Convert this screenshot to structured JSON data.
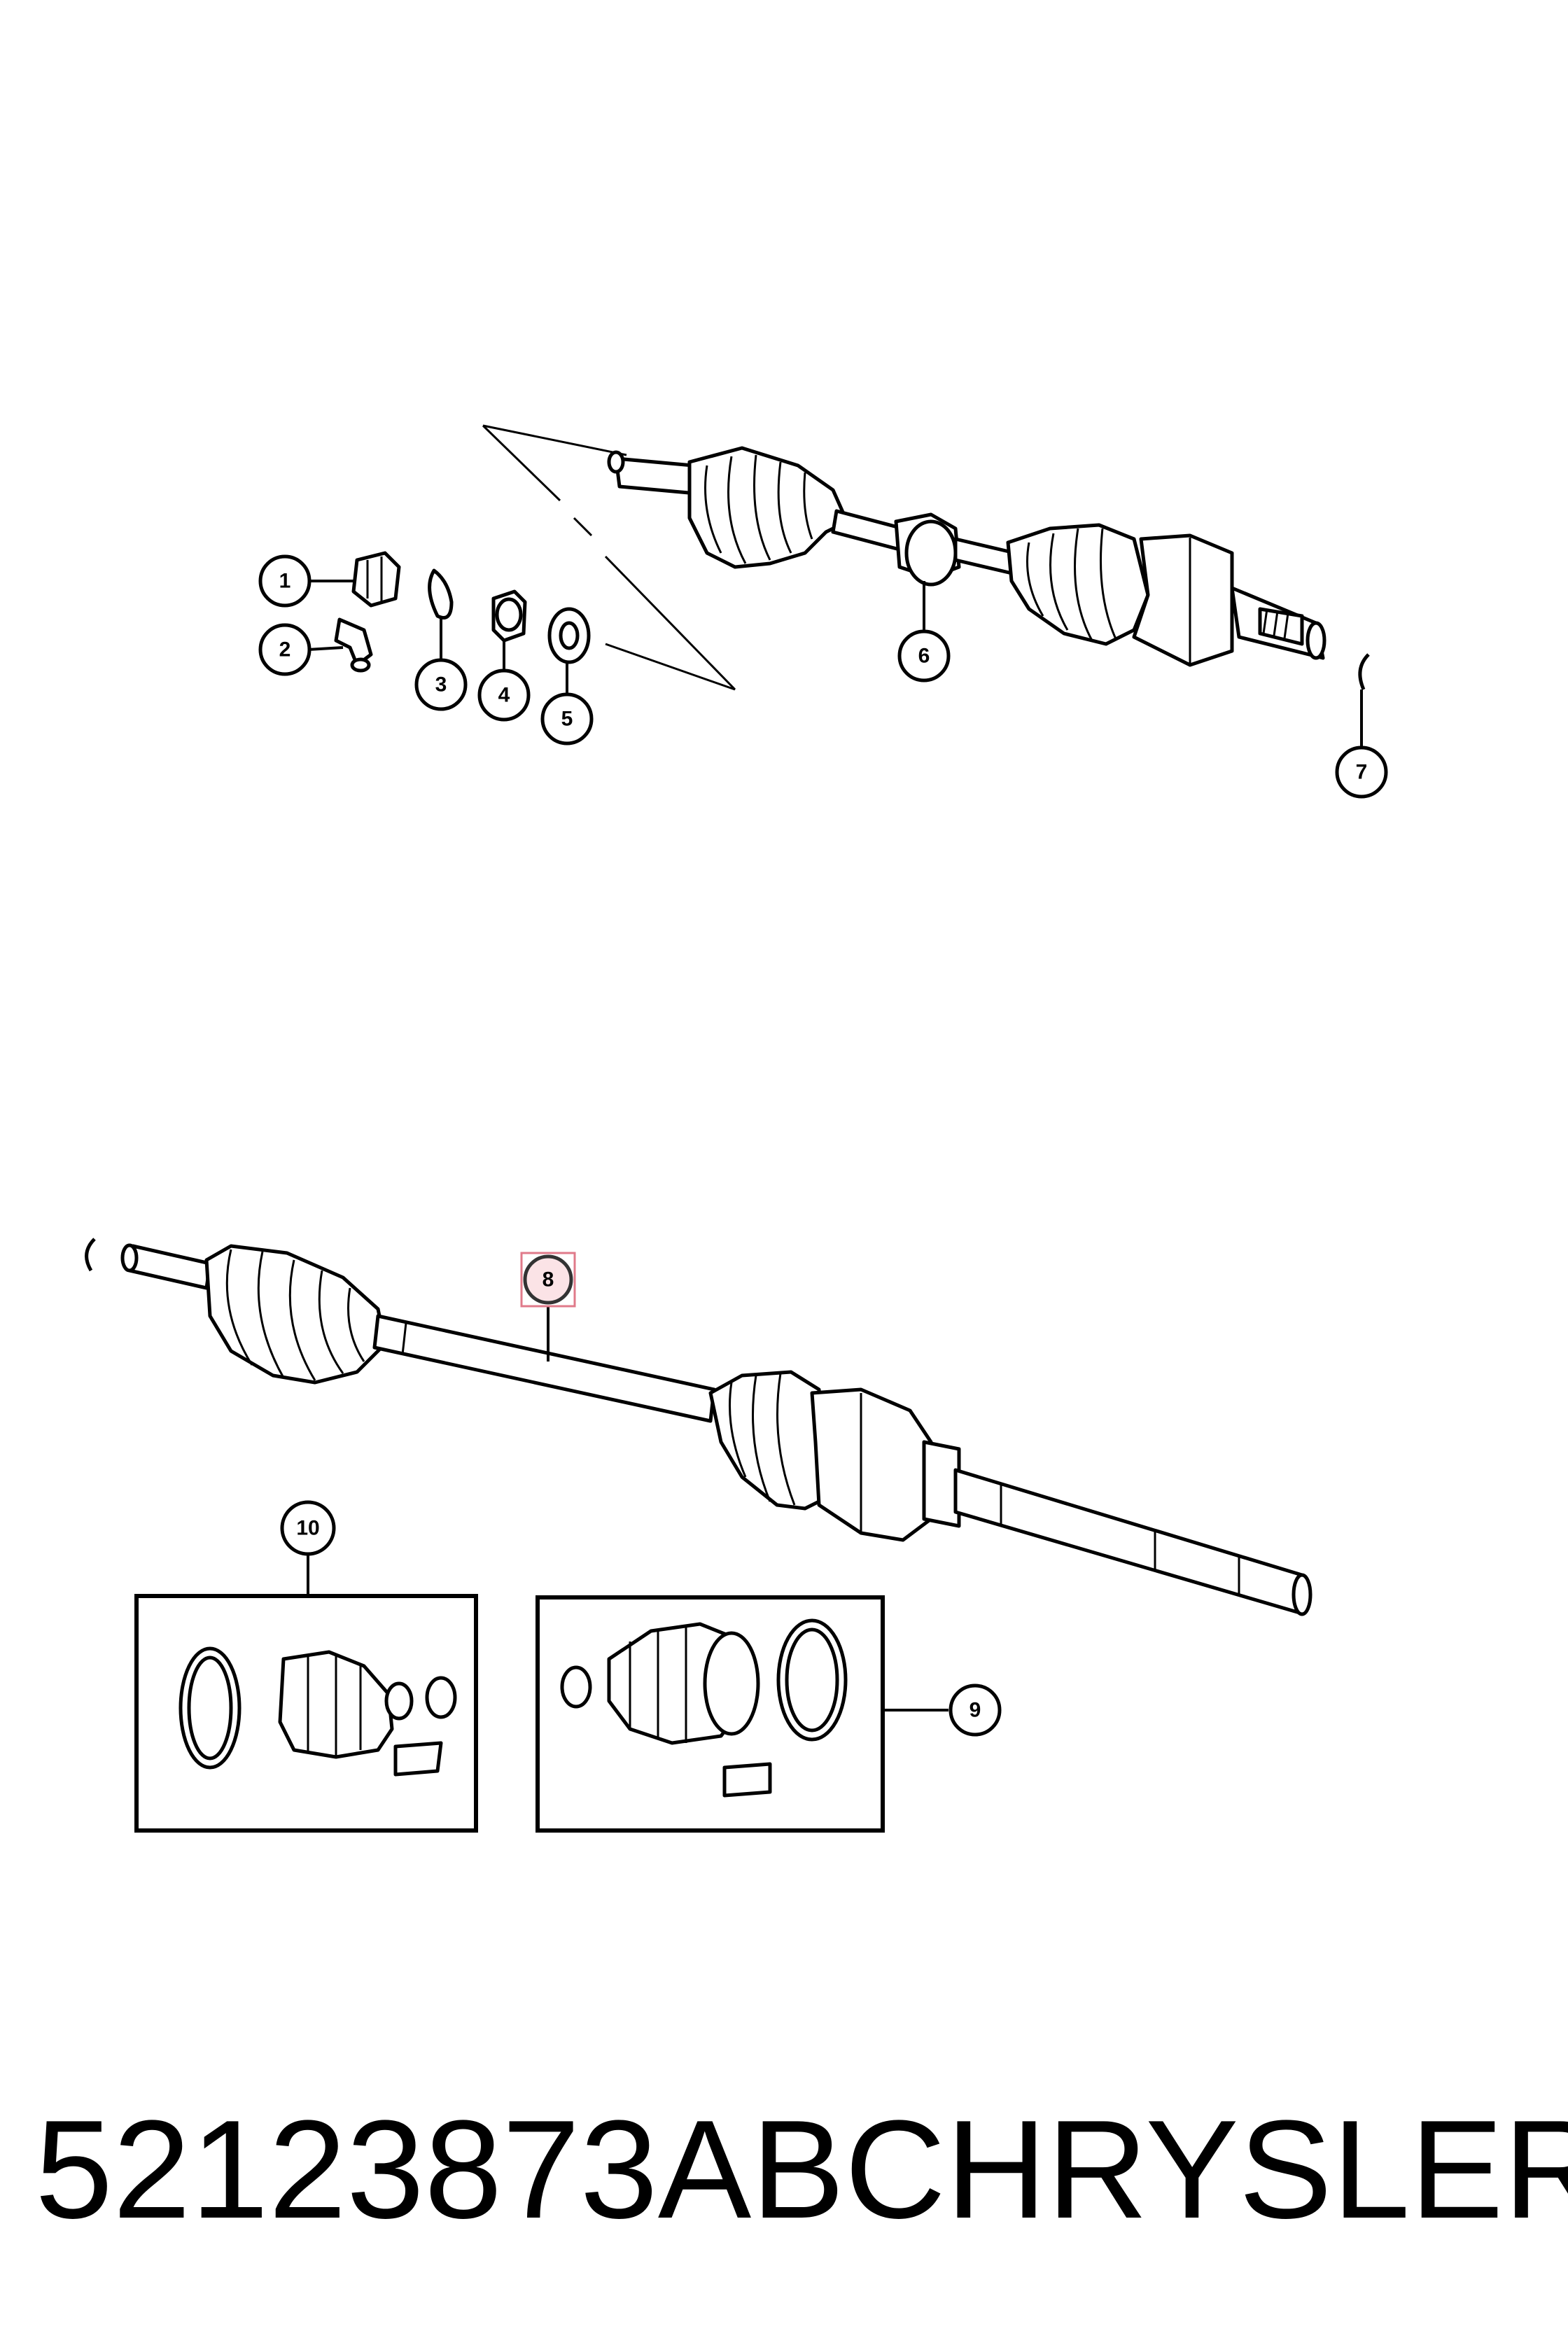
{
  "callouts": [
    "1",
    "2",
    "3",
    "4",
    "5",
    "6",
    "7",
    "8",
    "9",
    "10"
  ],
  "footer": {
    "part_number": "52123873AB",
    "brand": "CHRYSLER"
  },
  "highlight_color": "#e07a8a"
}
